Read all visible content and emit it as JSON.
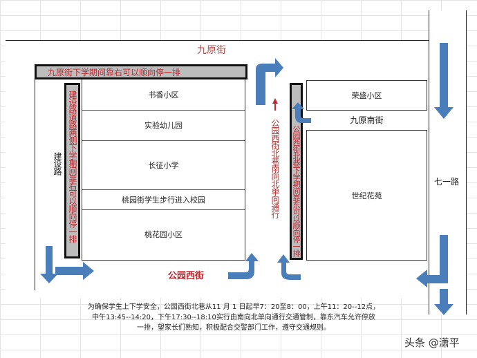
{
  "streets": {
    "north": "九原街",
    "west": "建设路",
    "south": "公园西街",
    "middle": "公园西街北巷南向北单向通行",
    "east_inner": "九原南街",
    "east": "七一路"
  },
  "parking_notes": {
    "north": "九原街下学期间靠右可以顺向停一排",
    "west": "建设路道路两侧下学期间靠右可以顺向停一排",
    "middle": "公园西街北巷下学期间靠东可以顺向停一排"
  },
  "west_blocks": [
    "书香小区",
    "实验幼儿园",
    "长征小学",
    "桃园街学生步行进入校园",
    "桃花园小区"
  ],
  "east_blocks": [
    "荣盛小区",
    "世纪花苑"
  ],
  "notice": [
    "为确保学生上下学安全，公园西街北巷从11 月 1 日起早7：20至8：00，上午11：20--12点，",
    "中午13:45--14:20，下午17:30--18:10实行由南向北单向通行交通管制，靠东汽车允许停放",
    "一排，望家长们熟知，积极配合交警部门工作，遵守交通规则。"
  ],
  "watermark": "头条 @潇平",
  "colors": {
    "arrow": "#4a7ebb",
    "red": "#c0262d",
    "bar": "#bdbdbd"
  }
}
